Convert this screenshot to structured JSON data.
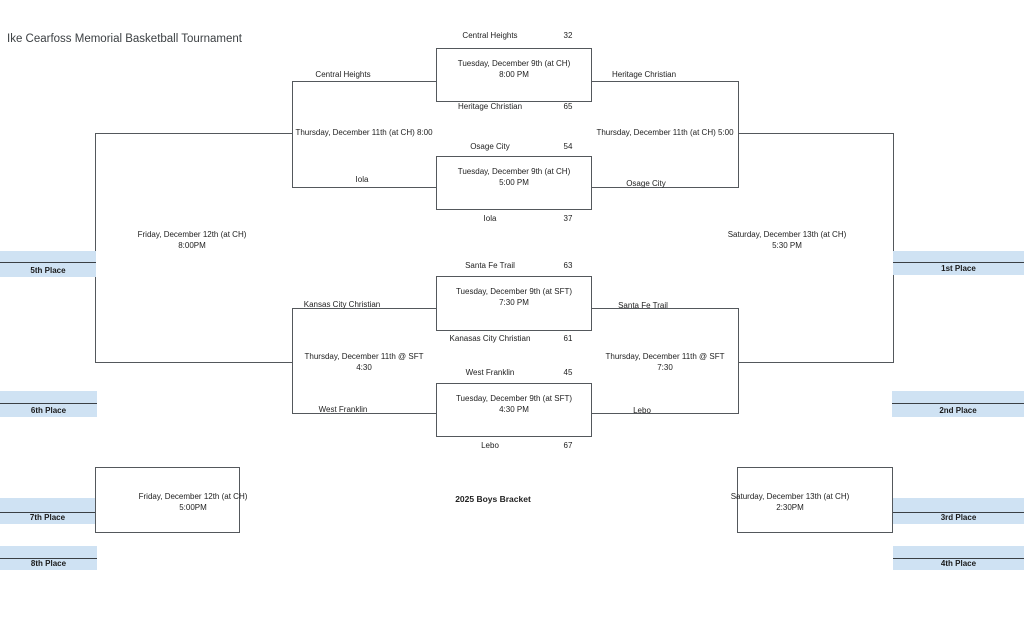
{
  "title": "Ike Cearfoss Memorial Basketball Tournament",
  "footer_label": "2025 Boys Bracket",
  "games": [
    {
      "left_label": "Central Heights",
      "top_team": "Central Heights",
      "top_score": "32",
      "box_l1": "Tuesday, December 9th (at CH)",
      "box_l2": "8:00 PM",
      "bottom_team": "Heritage Christian",
      "bottom_score": "65",
      "right_label": "Heritage Christian"
    },
    {
      "left_label": "Iola",
      "top_team": "Osage City",
      "top_score": "54",
      "box_l1": "Tuesday, December 9th (at CH)",
      "box_l2": "5:00 PM",
      "bottom_team": "Iola",
      "bottom_score": "37",
      "right_label": "Osage City"
    },
    {
      "left_label": "Kansas City Christian",
      "top_team": "Santa Fe Trail",
      "top_score": "63",
      "box_l1": "Tuesday, December 9th (at SFT)",
      "box_l2": "7:30 PM",
      "bottom_team": "Kanasas City Christian",
      "bottom_score": "61",
      "right_label": "Santa Fe Trail"
    },
    {
      "left_label": "West Franklin",
      "top_team": "West Franklin",
      "top_score": "45",
      "box_l1": "Tuesday, December 9th (at SFT)",
      "box_l2": "4:30 PM",
      "bottom_team": "Lebo",
      "bottom_score": "67",
      "right_label": "Lebo"
    }
  ],
  "rounds": {
    "semi_left_top": {
      "l1": "Thursday, December 11th (at CH) 8:00"
    },
    "semi_right_top": {
      "l1": "Thursday, December 11th (at CH) 5:00"
    },
    "semi_left_bottom": {
      "l1": "Thursday, December 11th @ SFT",
      "l2": "4:30"
    },
    "semi_right_bottom": {
      "l1": "Thursday, December 11th @ SFT",
      "l2": "7:30"
    },
    "final_left": {
      "l1": "Friday, December 12th (at CH)",
      "l2": "8:00PM"
    },
    "final_right": {
      "l1": "Saturday, December 13th (at CH)",
      "l2": "5:30 PM"
    },
    "consolation_left": {
      "l1": "Friday, December 12th (at CH)",
      "l2": "5:00PM"
    },
    "consolation_right": {
      "l1": "Saturday, December 13th (at CH)",
      "l2": "2:30PM"
    }
  },
  "places": {
    "p1": "1st Place",
    "p2": "2nd Place",
    "p3": "3rd Place",
    "p4": "4th Place",
    "p5": "5th Place",
    "p6": "6th Place",
    "p7": "7th Place",
    "p8": "8th Place"
  },
  "colors": {
    "band": "#cfe2f3",
    "line": "#54585c",
    "accent_line": "#3a3f44"
  }
}
